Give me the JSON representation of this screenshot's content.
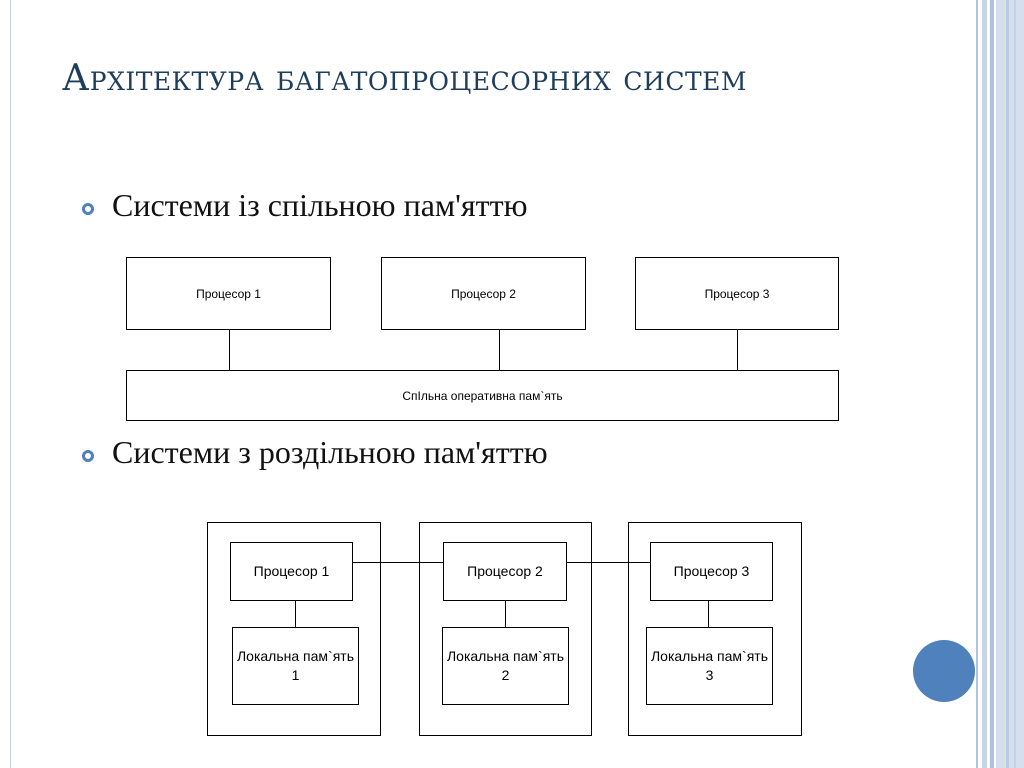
{
  "slide": {
    "title": "Архітектура багатопроцесорних систем",
    "accent_color": "#4f81bd",
    "title_color": "#1f3e5c"
  },
  "bullets": [
    {
      "text": "Системи із спільною пам'яттю",
      "icon": "circle-bullet-icon"
    },
    {
      "text": "Системи з роздільною пам'яттю",
      "icon": "circle-bullet-icon"
    }
  ],
  "shared_memory_diagram": {
    "processors": [
      "Процесор 1",
      "Процесор 2",
      "Процесор 3"
    ],
    "memory": "СпІльна оперативна пам`ять"
  },
  "distributed_memory_diagram": {
    "nodes": [
      {
        "processor": "Процесор 1",
        "memory": "Локальна пам`ять 1"
      },
      {
        "processor": "Процесор 2",
        "memory": "Локальна пам`ять 2"
      },
      {
        "processor": "Процесор 3",
        "memory": "Локальна пам`ять 3"
      }
    ]
  }
}
